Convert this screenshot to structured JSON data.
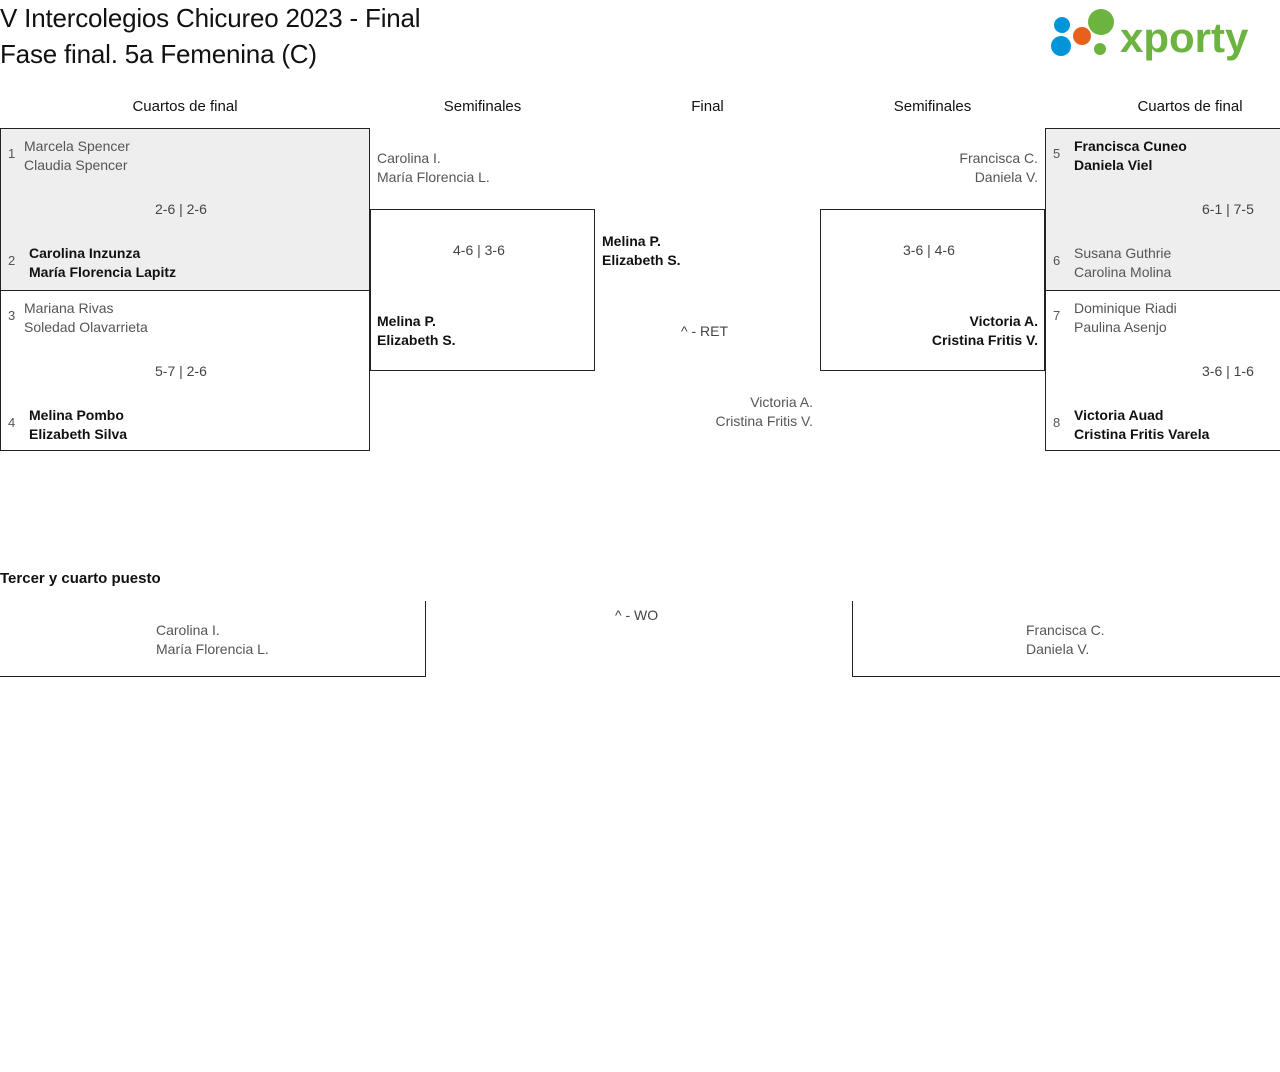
{
  "header": {
    "title_line1": "V Intercolegios Chicureo 2023 - Final",
    "title_line2": "Fase final. 5a Femenina (C)",
    "logo_text": "xporty",
    "logo_colors": {
      "green": "#6cb33f",
      "blue": "#0094d9",
      "orange": "#e8601c"
    }
  },
  "rounds": {
    "qf_left": "Cuartos de final",
    "sf_left": "Semifinales",
    "final": "Final",
    "sf_right": "Semifinales",
    "qf_right": "Cuartos de final"
  },
  "bracket": {
    "qf_left": [
      {
        "seed_a": "1",
        "team_a_l1": "Marcela Spencer",
        "team_a_l2": "Claudia Spencer",
        "seed_b": "2",
        "team_b_l1": "Carolina Inzunza",
        "team_b_l2": "María Florencia Lapitz",
        "score": "2-6 | 2-6",
        "winner": "b"
      },
      {
        "seed_a": "3",
        "team_a_l1": "Mariana Rivas",
        "team_a_l2": "Soledad Olavarrieta",
        "seed_b": "4",
        "team_b_l1": "Melina Pombo",
        "team_b_l2": "Elizabeth Silva",
        "score": "5-7 | 2-6",
        "winner": "b"
      }
    ],
    "qf_right": [
      {
        "seed_a": "5",
        "team_a_l1": "Francisca Cuneo",
        "team_a_l2": "Daniela Viel",
        "seed_b": "6",
        "team_b_l1": "Susana Guthrie",
        "team_b_l2": "Carolina Molina",
        "score": "6-1 | 7-5",
        "winner": "a"
      },
      {
        "seed_a": "7",
        "team_a_l1": "Dominique Riadi",
        "team_a_l2": "Paulina Asenjo",
        "seed_b": "8",
        "team_b_l1": "Victoria Auad",
        "team_b_l2": "Cristina Fritis Varela",
        "score": "3-6 | 1-6",
        "winner": "b"
      }
    ],
    "sf_left": {
      "team_a_l1": "Carolina I.",
      "team_a_l2": "María Florencia L.",
      "team_b_l1": "Melina P.",
      "team_b_l2": "Elizabeth S.",
      "score": "4-6 | 3-6",
      "winner": "b"
    },
    "sf_right": {
      "team_a_l1": "Francisca C.",
      "team_a_l2": "Daniela V.",
      "team_b_l1": "Victoria A.",
      "team_b_l2": "Cristina Fritis V.",
      "score": "3-6 | 4-6",
      "winner": "b"
    },
    "final": {
      "team_a_l1": "Melina P.",
      "team_a_l2": "Elizabeth S.",
      "team_b_l1": "Victoria A.",
      "team_b_l2": "Cristina Fritis V.",
      "score": "^ - RET",
      "winner": "a"
    }
  },
  "third_place": {
    "label": "Tercer y cuarto puesto",
    "team_left_l1": "Carolina I.",
    "team_left_l2": "María Florencia L.",
    "team_right_l1": "Francisca C.",
    "team_right_l2": "Daniela V.",
    "score": "^ - WO"
  }
}
